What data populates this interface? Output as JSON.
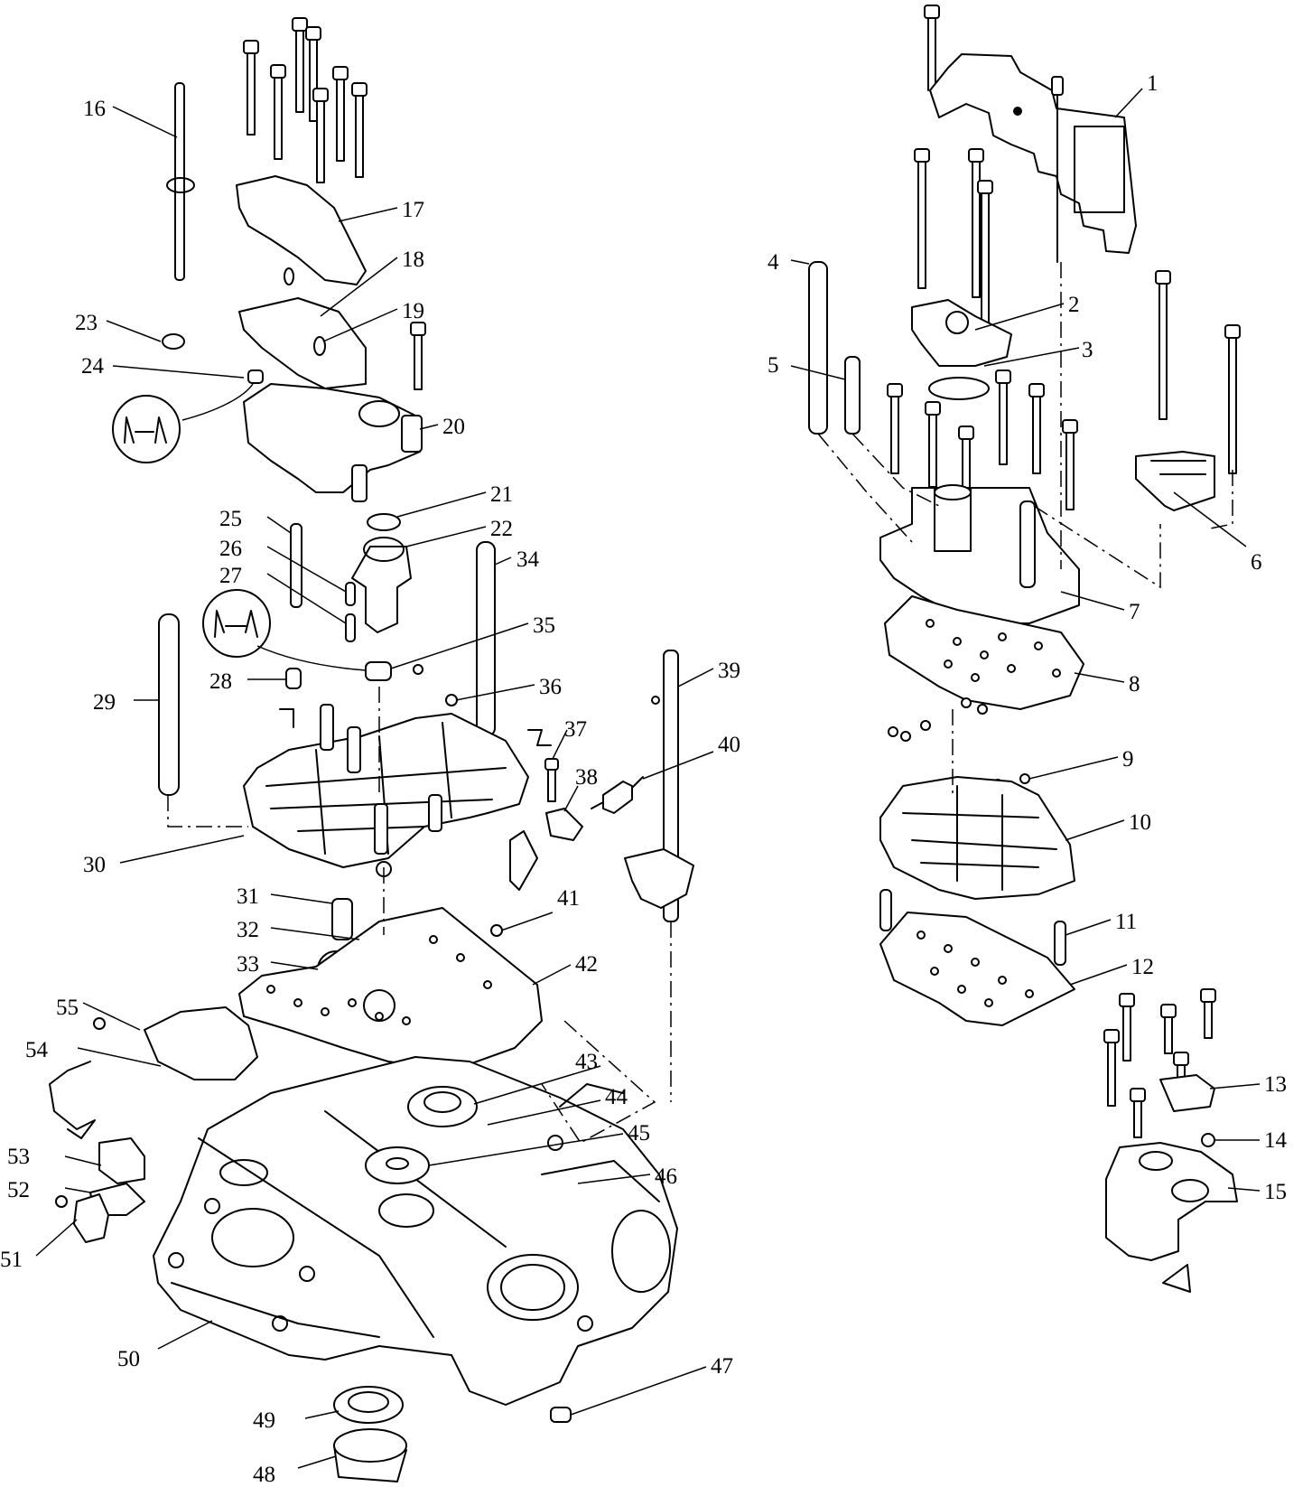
{
  "labels": [
    {
      "id": "1",
      "text": "1"
    },
    {
      "id": "2",
      "text": "2"
    },
    {
      "id": "3",
      "text": "3"
    },
    {
      "id": "4",
      "text": "4"
    },
    {
      "id": "5",
      "text": "5"
    },
    {
      "id": "6",
      "text": "6"
    },
    {
      "id": "7",
      "text": "7"
    },
    {
      "id": "8",
      "text": "8"
    },
    {
      "id": "9",
      "text": "9"
    },
    {
      "id": "10",
      "text": "10"
    },
    {
      "id": "11",
      "text": "11"
    },
    {
      "id": "12",
      "text": "12"
    },
    {
      "id": "13",
      "text": "13"
    },
    {
      "id": "14",
      "text": "14"
    },
    {
      "id": "15",
      "text": "15"
    },
    {
      "id": "16",
      "text": "16"
    },
    {
      "id": "17",
      "text": "17"
    },
    {
      "id": "18",
      "text": "18"
    },
    {
      "id": "19",
      "text": "19"
    },
    {
      "id": "20",
      "text": "20"
    },
    {
      "id": "21",
      "text": "21"
    },
    {
      "id": "22",
      "text": "22"
    },
    {
      "id": "23",
      "text": "23"
    },
    {
      "id": "24",
      "text": "24"
    },
    {
      "id": "25",
      "text": "25"
    },
    {
      "id": "26",
      "text": "26"
    },
    {
      "id": "27",
      "text": "27"
    },
    {
      "id": "28",
      "text": "28"
    },
    {
      "id": "29",
      "text": "29"
    },
    {
      "id": "30",
      "text": "30"
    },
    {
      "id": "31",
      "text": "31"
    },
    {
      "id": "32",
      "text": "32"
    },
    {
      "id": "33",
      "text": "33"
    },
    {
      "id": "34",
      "text": "34"
    },
    {
      "id": "35",
      "text": "35"
    },
    {
      "id": "36",
      "text": "36"
    },
    {
      "id": "37",
      "text": "37"
    },
    {
      "id": "38",
      "text": "38"
    },
    {
      "id": "39",
      "text": "39"
    },
    {
      "id": "40",
      "text": "40"
    },
    {
      "id": "41",
      "text": "41"
    },
    {
      "id": "42",
      "text": "42"
    },
    {
      "id": "43",
      "text": "43"
    },
    {
      "id": "44",
      "text": "44"
    },
    {
      "id": "45",
      "text": "45"
    },
    {
      "id": "46",
      "text": "46"
    },
    {
      "id": "47",
      "text": "47"
    },
    {
      "id": "48",
      "text": "48"
    },
    {
      "id": "49",
      "text": "49"
    },
    {
      "id": "50",
      "text": "50"
    },
    {
      "id": "51",
      "text": "51"
    },
    {
      "id": "52",
      "text": "52"
    },
    {
      "id": "53",
      "text": "53"
    },
    {
      "id": "54",
      "text": "54"
    },
    {
      "id": "55",
      "text": "55"
    }
  ]
}
